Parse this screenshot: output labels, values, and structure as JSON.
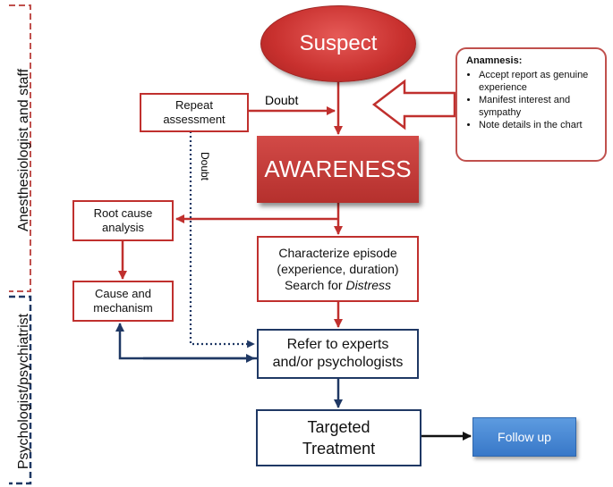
{
  "side_labels": {
    "top": "Anesthesiologist and staff",
    "bottom": "Psychologist/psychiatrist"
  },
  "nodes": {
    "suspect": "Suspect",
    "awareness": "AWARENESS",
    "repeat_line1": "Repeat",
    "repeat_line2": "assessment",
    "root_line1": "Root cause",
    "root_line2": "analysis",
    "cause_line1": "Cause and",
    "cause_line2": "mechanism",
    "char_line1": "Characterize episode",
    "char_line2": "(experience, duration)",
    "char_line3_prefix": "Search for ",
    "char_line3_italic": "Distress",
    "refer_line1": "Refer  to experts",
    "refer_line2": "and/or psychologists",
    "targeted_line1": "Targeted",
    "targeted_line2": "Treatment",
    "followup": "Follow up"
  },
  "edge_labels": {
    "doubt_horizontal": "Doubt",
    "doubt_vertical": "Doubt"
  },
  "anamnesis": {
    "title": "Anamnesis:",
    "items": [
      "Accept report  as genuine experience",
      "Manifest interest and sympathy",
      "Note details in the chart"
    ]
  },
  "colors": {
    "red": "#c0302e",
    "navy": "#1f3864",
    "blue": "#3878c8",
    "top_bracket": "#c0504d",
    "bottom_bracket": "#1f3864"
  }
}
